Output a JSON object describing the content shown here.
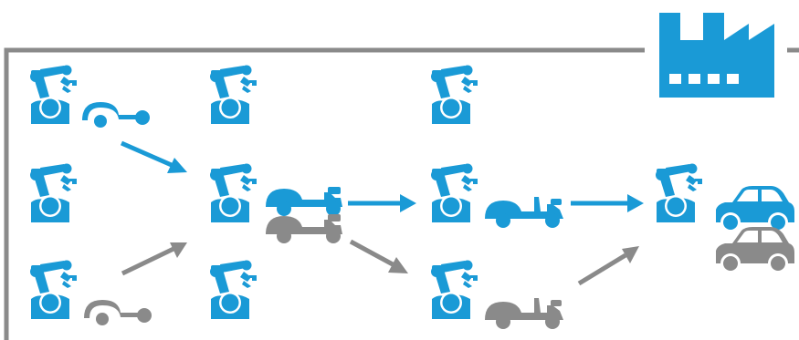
{
  "diagram": {
    "title": "",
    "colors": {
      "accent": "#1a9ad6",
      "neutral": "#8a8a8a",
      "frame": "#8a8a8a",
      "background": "#ffffff"
    },
    "icons": {
      "factory": "factory-icon",
      "robot": "robot-arm-icon",
      "arrow": "arrow-icon",
      "chassis": "vehicle-chassis-icon",
      "car": "car-icon"
    },
    "columns": [
      {
        "stage": 1,
        "robots": 3,
        "flows": [
          "blue",
          "gray"
        ]
      },
      {
        "stage": 2,
        "robots": 3,
        "flows": [
          "blue",
          "gray"
        ]
      },
      {
        "stage": 3,
        "robots": 3,
        "flows": [
          "blue",
          "gray"
        ]
      },
      {
        "stage": 4,
        "robots": 1,
        "flows": [
          "blue",
          "gray"
        ]
      }
    ]
  }
}
